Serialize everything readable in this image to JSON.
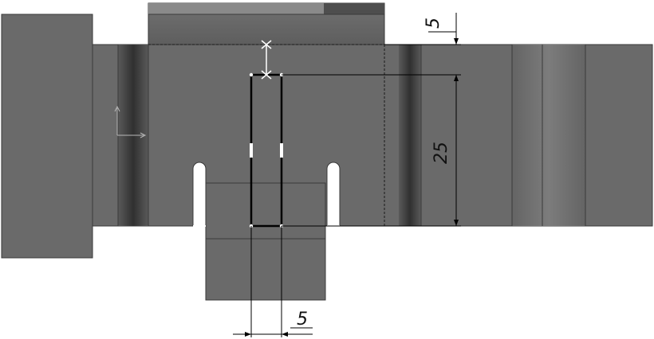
{
  "viewport": {
    "background": "#ffffff",
    "model_color": "#6a6a6a",
    "edge_color": "#3a3a3a",
    "sketch_color": "#000000",
    "highlight_color": "#ffffff"
  },
  "dimensions": {
    "top_offset": "5",
    "height": "25",
    "width": "5"
  }
}
